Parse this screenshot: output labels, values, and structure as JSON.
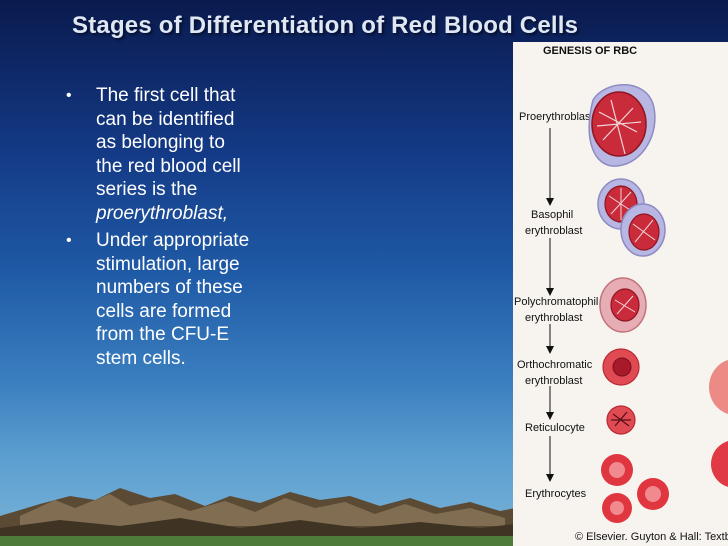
{
  "slide": {
    "title": "Stages of Differentiation of Red Blood Cells"
  },
  "bullets": {
    "b1": {
      "marker": "•",
      "lines": [
        "The first cell that",
        "can be identified",
        "as belonging to",
        "the red blood cell",
        "series is the"
      ],
      "italic": "proerythroblast,"
    },
    "b2": {
      "marker": "•",
      "lines": [
        "Under appropriate",
        "stimulation, large",
        "numbers of these",
        "cells are formed",
        "from the CFU-E",
        "stem cells."
      ]
    }
  },
  "figure": {
    "title": "GENESIS OF RBC",
    "stages": {
      "s1": [
        "Proerythroblast"
      ],
      "s2": [
        "Basophil",
        "erythroblast"
      ],
      "s3": [
        "Polychromatophil",
        "erythroblast"
      ],
      "s4": [
        "Orthochromatic",
        "erythroblast"
      ],
      "s5": [
        "Reticulocyte"
      ],
      "s6": [
        "Erythrocytes"
      ]
    },
    "credit": "© Elsevier. Guyton & Hall: Textbo"
  },
  "colors": {
    "cell_red": "#d8343b",
    "nucleus": "#b01e2e",
    "cytoplasm": "#b4b4e2",
    "title_text": "#dfe7f3"
  }
}
